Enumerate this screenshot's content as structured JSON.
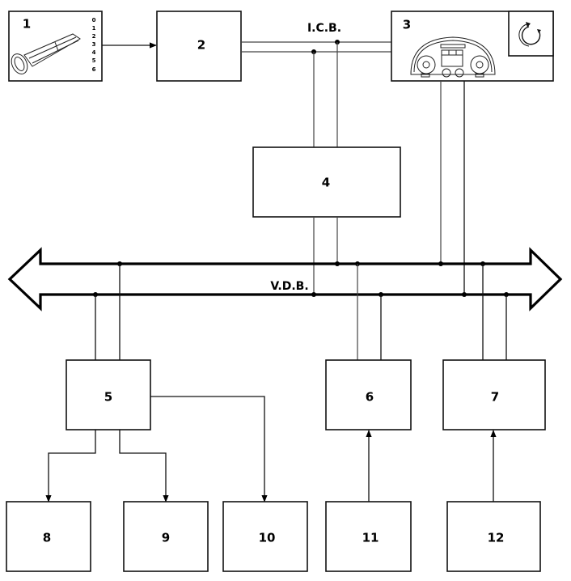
{
  "diagram": {
    "type": "block-diagram",
    "buses": {
      "icb": {
        "label": "I.C.B."
      },
      "vdb": {
        "label": "V.D.B."
      }
    },
    "blocks": [
      {
        "id": "1",
        "label": "1",
        "icon": "ignition-key-icon",
        "positions": [
          "0",
          "1",
          "2",
          "3",
          "4",
          "5",
          "6"
        ]
      },
      {
        "id": "2",
        "label": "2"
      },
      {
        "id": "3",
        "label": "3",
        "icon": "instrument-cluster-icon",
        "sub_icon": "rotary-control-icon"
      },
      {
        "id": "4",
        "label": "4"
      },
      {
        "id": "5",
        "label": "5"
      },
      {
        "id": "6",
        "label": "6"
      },
      {
        "id": "7",
        "label": "7"
      },
      {
        "id": "8",
        "label": "8"
      },
      {
        "id": "9",
        "label": "9"
      },
      {
        "id": "10",
        "label": "10"
      },
      {
        "id": "11",
        "label": "11"
      },
      {
        "id": "12",
        "label": "12"
      }
    ],
    "connections": [
      {
        "from": "1",
        "to": "2",
        "kind": "arrow"
      },
      {
        "from": "2",
        "to": "3",
        "kind": "bus",
        "bus": "I.C.B."
      },
      {
        "from": "4",
        "to": "I.C.B.",
        "kind": "bus-tap"
      },
      {
        "from": "4",
        "to": "V.D.B.",
        "kind": "bus-tap"
      },
      {
        "from": "3",
        "to": "V.D.B.",
        "kind": "bus-tap"
      },
      {
        "from": "5",
        "to": "V.D.B.",
        "kind": "bus-tap"
      },
      {
        "from": "6",
        "to": "V.D.B.",
        "kind": "bus-tap"
      },
      {
        "from": "7",
        "to": "V.D.B.",
        "kind": "bus-tap"
      },
      {
        "from": "5",
        "to": "8",
        "kind": "arrow"
      },
      {
        "from": "5",
        "to": "9",
        "kind": "arrow"
      },
      {
        "from": "5",
        "to": "10",
        "kind": "arrow"
      },
      {
        "from": "11",
        "to": "6",
        "kind": "arrow"
      },
      {
        "from": "12",
        "to": "7",
        "kind": "arrow"
      }
    ]
  }
}
